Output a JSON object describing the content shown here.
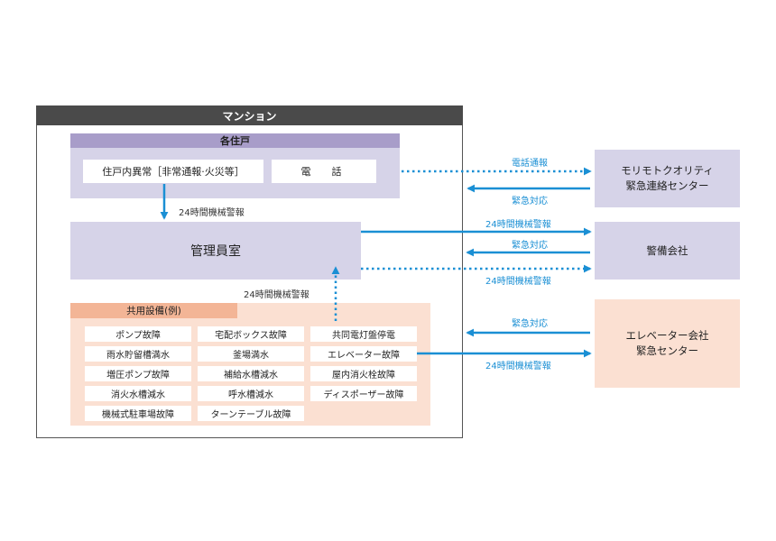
{
  "mansion": {
    "title": "マンション"
  },
  "residence": {
    "title": "各住戸",
    "alarm_label": "住戸内異常［非常通報·火災等］",
    "phone_label": "電　話"
  },
  "office": {
    "label": "管理員室"
  },
  "facilities": {
    "title": "共用設備(例)",
    "items": [
      "ポンプ故障",
      "宅配ボックス故障",
      "共同電灯盤停電",
      "雨水貯留槽満水",
      "釜場満水",
      "エレベーター故障",
      "増圧ポンプ故障",
      "補給水槽減水",
      "屋内消火栓故障",
      "消火水槽減水",
      "呼水槽減水",
      "ディスポーザー故障",
      "機械式駐車場故障",
      "ターンテーブル故障"
    ]
  },
  "right": {
    "morimoto_line1": "モリモトクオリティ",
    "morimoto_line2": "緊急連絡センター",
    "security": "警備会社",
    "elevator_line1": "エレベーター会社",
    "elevator_line2": "緊急センター"
  },
  "labels": {
    "phone_report": "電話通報",
    "emergency_response_1": "緊急対応",
    "residence_to_office": "24時間機械警報",
    "office_to_security_top": "24時間機械警報",
    "emergency_response_2": "緊急対応",
    "office_to_security_bottom": "24時間機械警報",
    "facility_to_office": "24時間機械警報",
    "emergency_response_3": "緊急対応",
    "elevator_alarm": "24時間機械警報"
  },
  "colors": {
    "arrow": "#1a8fd4",
    "lavender": "#d6d3e8",
    "lavender_header": "#a89dc9",
    "peach": "#fbe0d2",
    "peach_header": "#f3b596",
    "dark_header": "#4a4a4a"
  }
}
